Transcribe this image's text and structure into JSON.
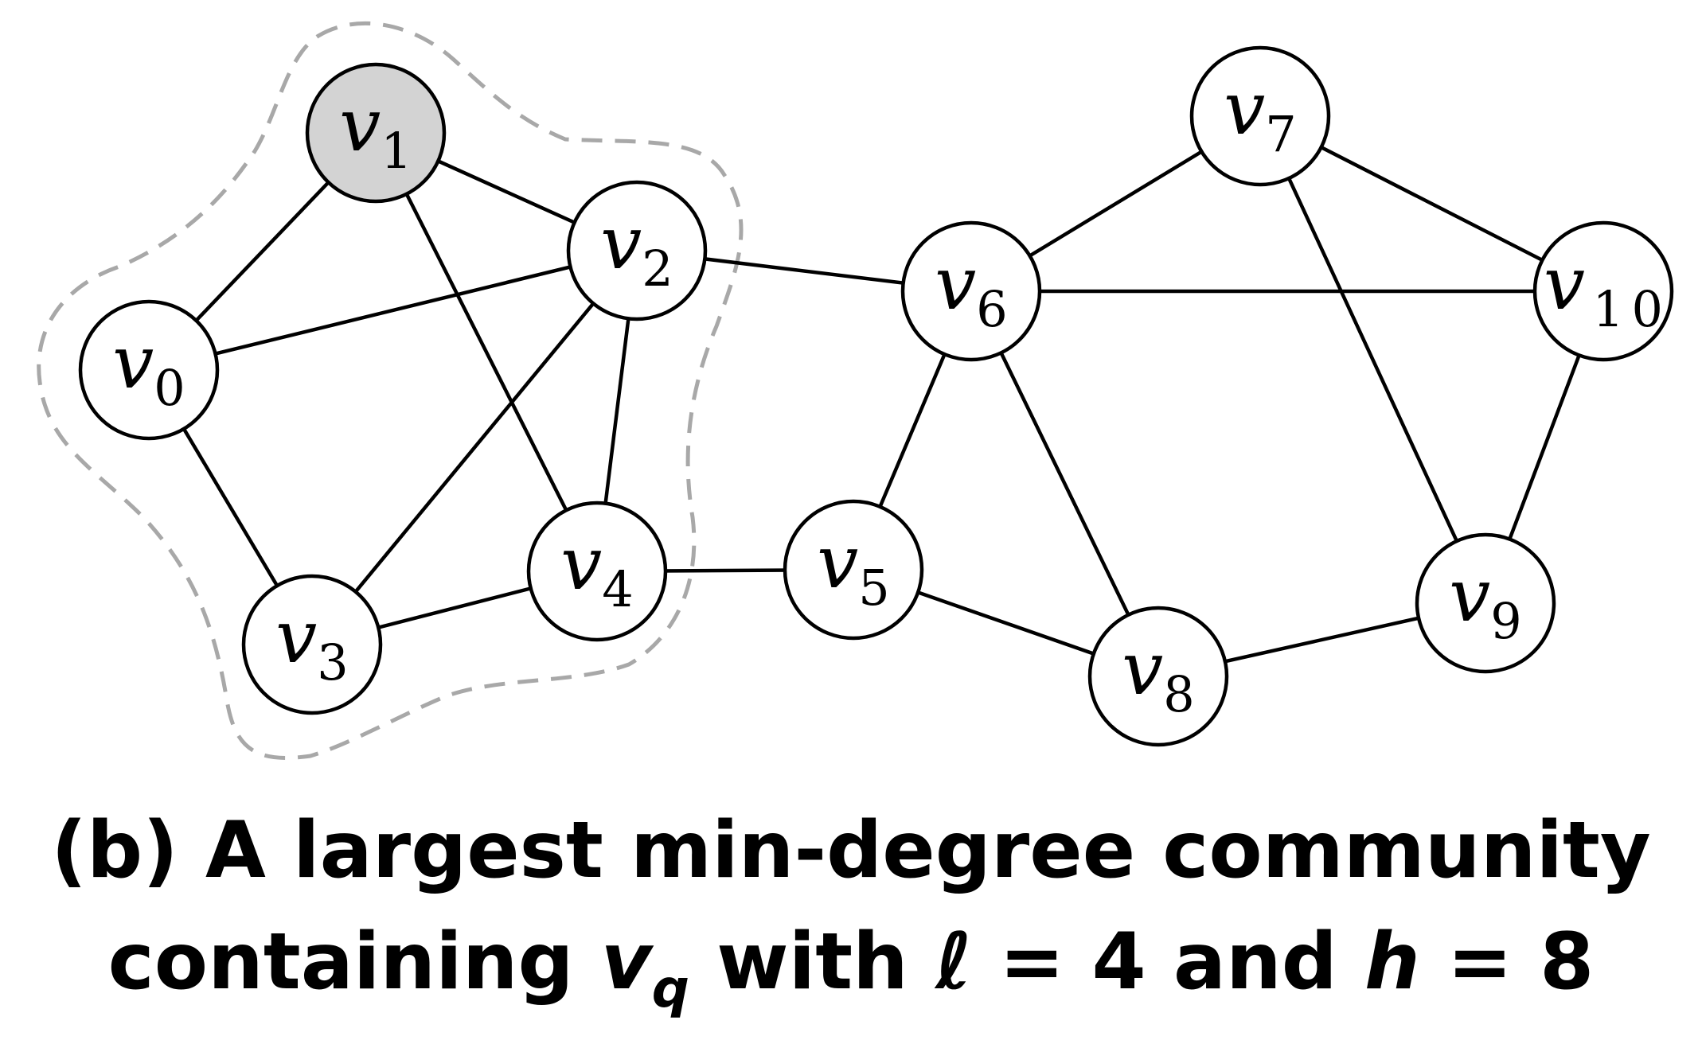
{
  "caption": {
    "line1": "(b) A largest min-degree community",
    "line2_prefix": "containing ",
    "line2_var": "v",
    "line2_sub": "q",
    "line2_mid": " with ",
    "ell_symbol": "ℓ",
    "ell_eq": " = 4 and ",
    "h_symbol": "h",
    "h_eq": " = 8"
  },
  "graph": {
    "nodes": [
      {
        "id": "v0",
        "var": "v",
        "sub": "0",
        "highlighted": false
      },
      {
        "id": "v1",
        "var": "v",
        "sub": "1",
        "highlighted": true
      },
      {
        "id": "v2",
        "var": "v",
        "sub": "2",
        "highlighted": false
      },
      {
        "id": "v3",
        "var": "v",
        "sub": "3",
        "highlighted": false
      },
      {
        "id": "v4",
        "var": "v",
        "sub": "4",
        "highlighted": false
      },
      {
        "id": "v5",
        "var": "v",
        "sub": "5",
        "highlighted": false
      },
      {
        "id": "v6",
        "var": "v",
        "sub": "6",
        "highlighted": false
      },
      {
        "id": "v7",
        "var": "v",
        "sub": "7",
        "highlighted": false
      },
      {
        "id": "v8",
        "var": "v",
        "sub": "8",
        "highlighted": false
      },
      {
        "id": "v9",
        "var": "v",
        "sub": "9",
        "highlighted": false
      },
      {
        "id": "v10",
        "var": "v",
        "sub": "10",
        "highlighted": false
      }
    ],
    "edges": [
      [
        "v0",
        "v1"
      ],
      [
        "v0",
        "v2"
      ],
      [
        "v0",
        "v3"
      ],
      [
        "v1",
        "v2"
      ],
      [
        "v1",
        "v4"
      ],
      [
        "v2",
        "v3"
      ],
      [
        "v2",
        "v4"
      ],
      [
        "v2",
        "v6"
      ],
      [
        "v3",
        "v4"
      ],
      [
        "v4",
        "v5"
      ],
      [
        "v5",
        "v6"
      ],
      [
        "v5",
        "v8"
      ],
      [
        "v6",
        "v7"
      ],
      [
        "v6",
        "v10"
      ],
      [
        "v6",
        "v8"
      ],
      [
        "v7",
        "v10"
      ],
      [
        "v7",
        "v9"
      ],
      [
        "v8",
        "v9"
      ],
      [
        "v9",
        "v10"
      ]
    ],
    "community": [
      "v0",
      "v1",
      "v2",
      "v3",
      "v4"
    ],
    "colors": {
      "highlight_fill": "#d3d3d3",
      "node_fill": "#ffffff",
      "stroke": "#000000",
      "community_outline": "#a8a8a8"
    }
  }
}
